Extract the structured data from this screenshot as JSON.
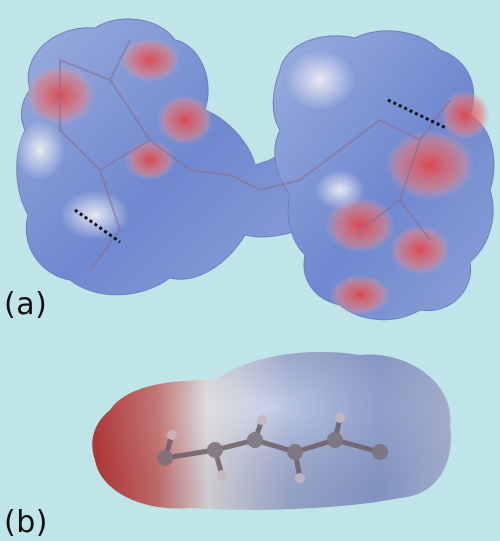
{
  "figure": {
    "panels": [
      {
        "id": "a",
        "label": "(a)"
      },
      {
        "id": "b",
        "label": "(b)"
      }
    ]
  },
  "colors": {
    "background": "#bfe5e8",
    "surface_blue": "#7e96d6",
    "surface_red": "#e0454a",
    "surface_white": "#e6e9f2",
    "contact_line": "#111111"
  }
}
